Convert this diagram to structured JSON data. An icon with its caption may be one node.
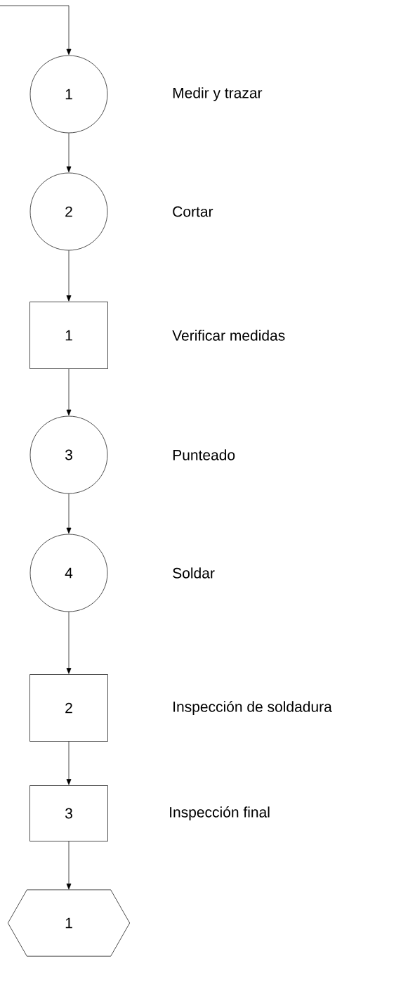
{
  "diagram": {
    "nodes": [
      {
        "text": [
          "1"
        ]
      },
      {
        "text": [
          "2"
        ]
      },
      {
        "text": [
          "1"
        ]
      },
      {
        "text": [
          "3"
        ]
      },
      {
        "text": [
          "4"
        ]
      },
      {
        "text": [
          "2"
        ]
      },
      {
        "text": [
          "3"
        ]
      },
      {
        "text": [
          "1"
        ]
      }
    ],
    "edges": [
      {
        "from": null,
        "to": 0,
        "arrow": "to"
      },
      {
        "from": 0,
        "to": 1,
        "arrow": "to"
      },
      {
        "from": 1,
        "to": 2,
        "arrow": "to"
      },
      {
        "from": 2,
        "to": 3,
        "arrow": "to"
      },
      {
        "from": 3,
        "to": 4,
        "arrow": "to"
      },
      {
        "from": 4,
        "to": 5,
        "arrow": "to"
      },
      {
        "from": 5,
        "to": 6,
        "arrow": "to"
      },
      {
        "from": 6,
        "to": 7,
        "arrow": "to"
      }
    ],
    "labels": [
      "Medir y trazar",
      "Cortar",
      "Verificar medidas",
      "Punteado",
      "Soldar",
      "Inspección de soldadura",
      "Inspección final"
    ]
  }
}
